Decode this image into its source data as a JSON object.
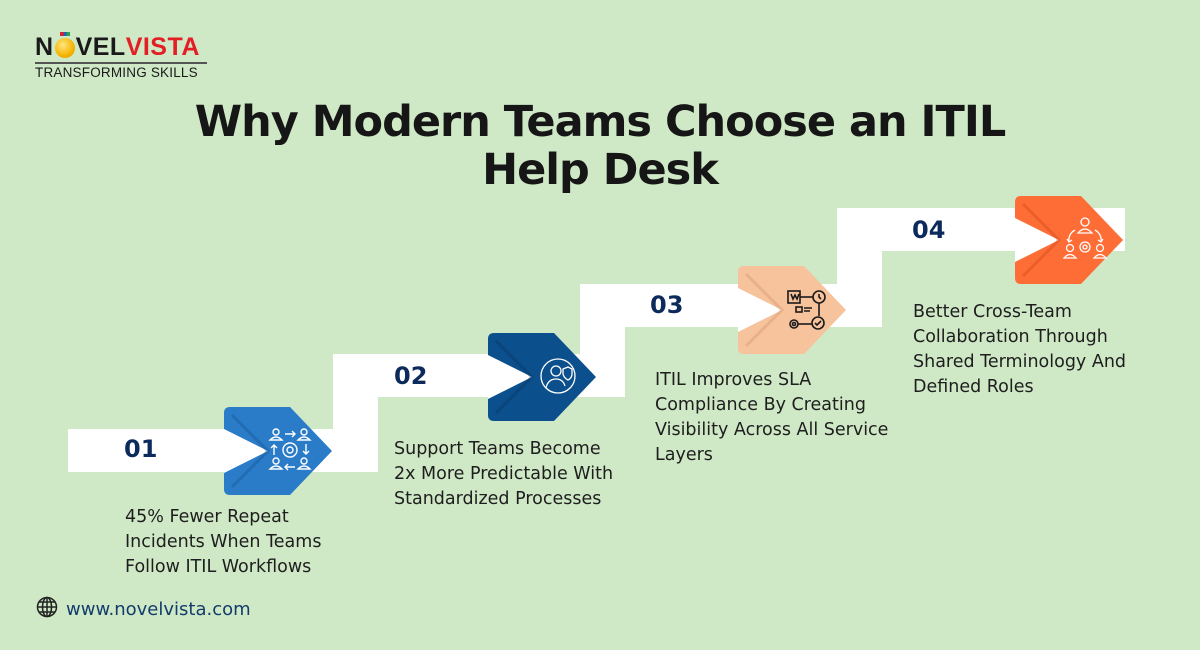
{
  "brand": {
    "logo_left": "N",
    "logo_mid": "VEL",
    "logo_right": "VISTA",
    "tagline": "TRANSFORMING SKILLS"
  },
  "title": {
    "line1": "Why Modern Teams Choose an ITIL",
    "line2": "Help Desk"
  },
  "steps": [
    {
      "number": "01",
      "icon": "team-process-gear-icon",
      "color": "#2a7bc8",
      "description": [
        "45% Fewer Repeat",
        "Incidents When Teams",
        "Follow ITIL Workflows"
      ]
    },
    {
      "number": "02",
      "icon": "support-agent-shield-icon",
      "color": "#0b4f8c",
      "description": [
        "Support Teams Become",
        "2x More Predictable With",
        "Standardized Processes"
      ]
    },
    {
      "number": "03",
      "icon": "workflow-sla-check-icon",
      "color": "#f6c39c",
      "description": [
        "ITIL Improves SLA",
        "Compliance By Creating",
        "Visibility Across All Service",
        "Layers"
      ]
    },
    {
      "number": "04",
      "icon": "team-collaboration-icon",
      "color": "#ff6d36",
      "description": [
        "Better Cross-Team",
        "Collaboration Through",
        "Shared Terminology And",
        "Defined Roles"
      ]
    }
  ],
  "colors": {
    "background": "#cfe8c6",
    "number_text": "#0d2a5c",
    "logo_red": "#e31e24"
  },
  "footer": {
    "icon": "globe-icon",
    "url": "www.novelvista.com"
  }
}
